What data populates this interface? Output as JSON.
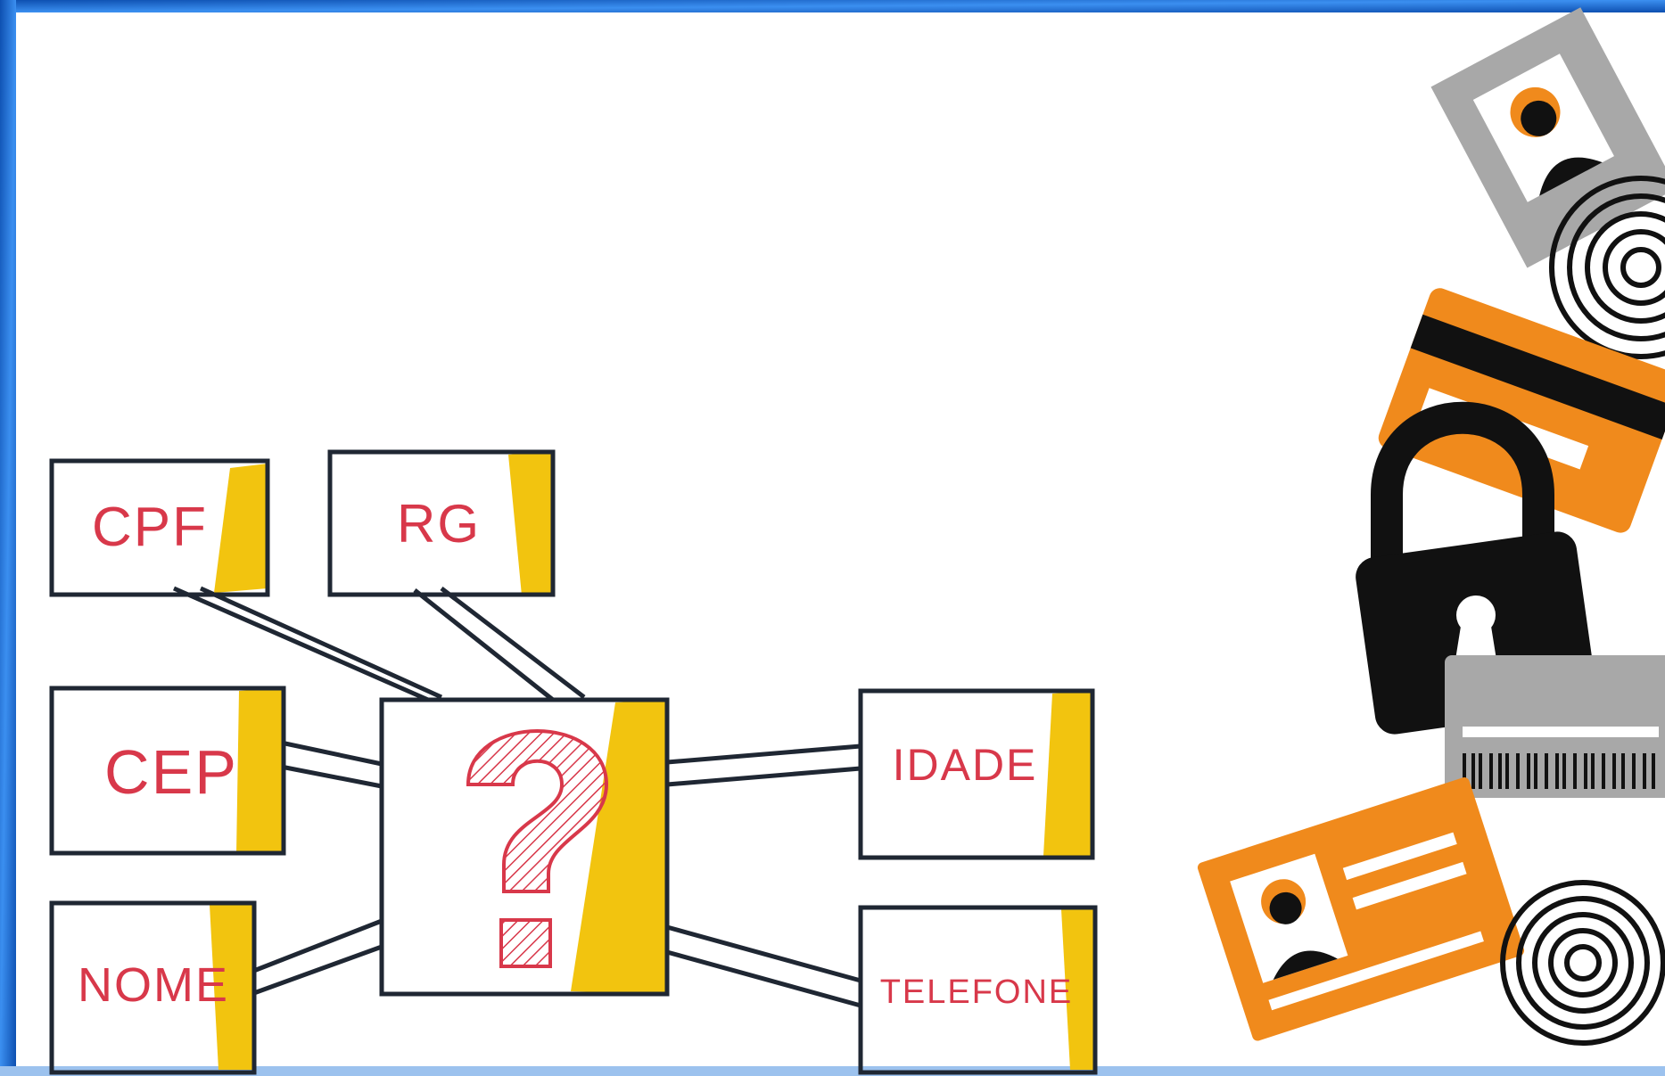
{
  "colors": {
    "frame_blue": "#1f6fd1",
    "box_outline": "#1f2733",
    "box_accent": "#f2c40f",
    "text_red": "#d8384a",
    "orange": "#f08a1c",
    "gray": "#a8a8a8",
    "black": "#111111"
  },
  "diagram": {
    "center": {
      "symbol": "?"
    },
    "boxes": [
      {
        "id": "cpf",
        "label": "CPF"
      },
      {
        "id": "rg",
        "label": "RG"
      },
      {
        "id": "cep",
        "label": "CEP"
      },
      {
        "id": "nome",
        "label": "NOME"
      },
      {
        "id": "idade",
        "label": "IDADE"
      },
      {
        "id": "telefone",
        "label": "TELEFONE"
      }
    ]
  },
  "icons": [
    "id-card-gray-icon",
    "fingerprint-icon",
    "credit-card-icon",
    "padlock-icon",
    "barcode-card-icon",
    "id-card-orange-icon",
    "fingerprint-icon"
  ]
}
